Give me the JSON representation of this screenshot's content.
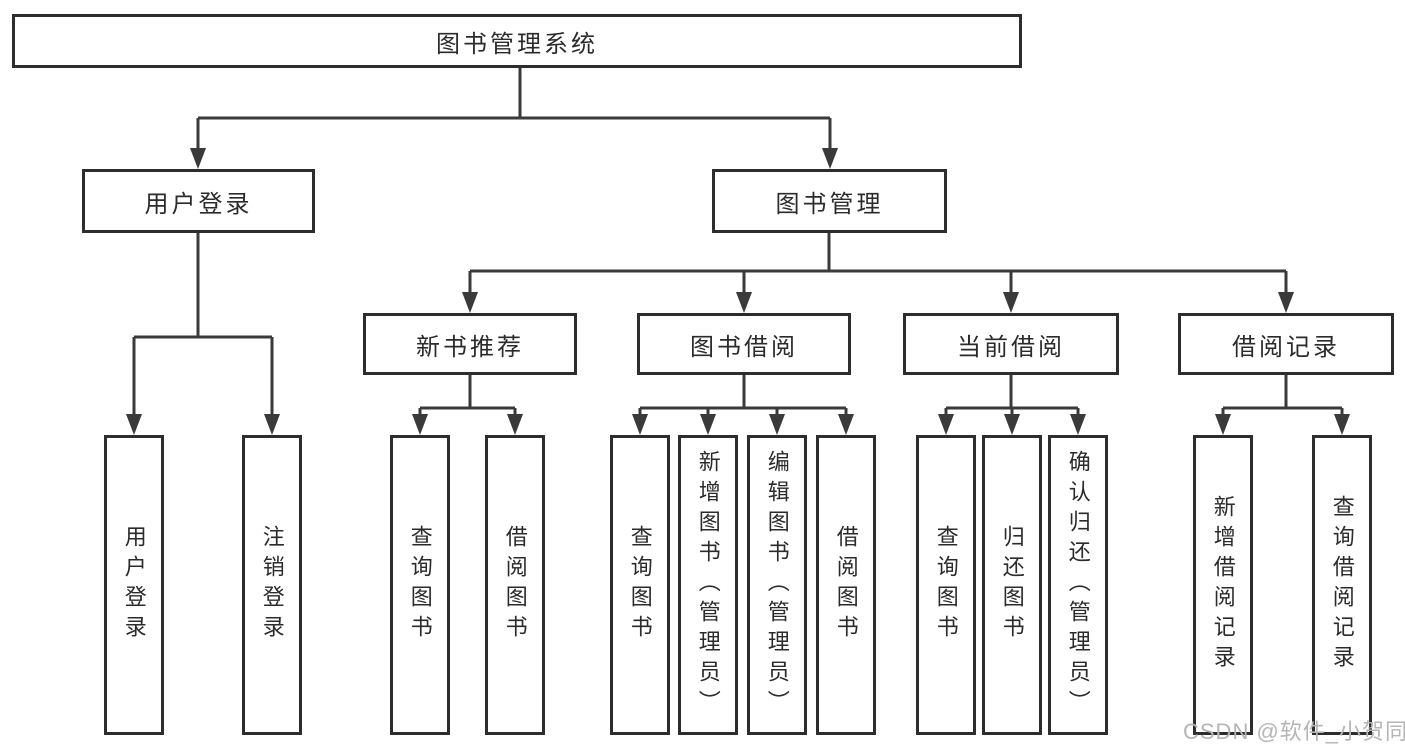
{
  "tree": {
    "label": "图书管理系统",
    "children": [
      {
        "label": "用户登录",
        "children": [
          {
            "label": "用户登录"
          },
          {
            "label": "注销登录"
          }
        ]
      },
      {
        "label": "图书管理",
        "children": [
          {
            "label": "新书推荐",
            "children": [
              {
                "label": "查询图书"
              },
              {
                "label": "借阅图书"
              }
            ]
          },
          {
            "label": "图书借阅",
            "children": [
              {
                "label": "查询图书"
              },
              {
                "label": "新增图书（管理员）"
              },
              {
                "label": "编辑图书（管理员）"
              },
              {
                "label": "借阅图书"
              }
            ]
          },
          {
            "label": "当前借阅",
            "children": [
              {
                "label": "查询图书"
              },
              {
                "label": "归还图书"
              },
              {
                "label": "确认归还（管理员）"
              }
            ]
          },
          {
            "label": "借阅记录",
            "children": [
              {
                "label": "新增借阅记录"
              },
              {
                "label": "查询借阅记录"
              }
            ]
          }
        ]
      }
    ]
  },
  "watermark": "CSDN @软件_小贺同学",
  "colors": {
    "line": "#3a3a3a",
    "box_border": "#2d2d2d",
    "text": "#2b2b2b",
    "watermark": "#b5b5b5",
    "background": "#ffffff"
  }
}
